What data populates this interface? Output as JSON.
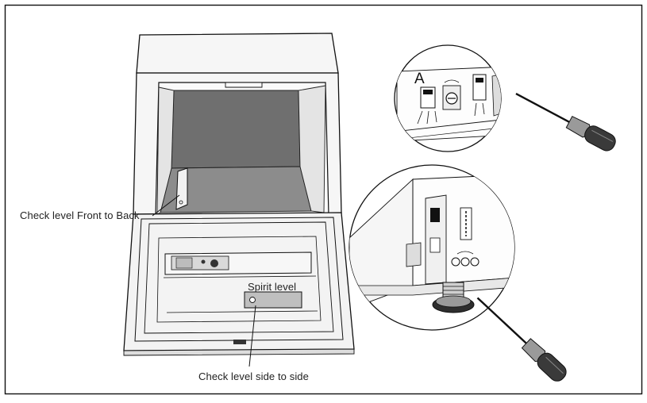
{
  "labels": {
    "front_to_back": "Check level Front to Back",
    "spirit_level": "Spirit level",
    "side_to_side": "Check level side to side",
    "detail_a": "A"
  },
  "colors": {
    "frame": "#111111",
    "tub_grey": "#8c8c8c",
    "tub_dark": "#6f6f6f",
    "cabinet_fill": "#f4f4f4",
    "screwdriver_handle": "#3a3a3a"
  },
  "icons": {
    "screwdriver_top": "screwdriver-icon",
    "screwdriver_bottom": "screwdriver-icon",
    "spirit_level": "spirit-level-icon",
    "adjustment_foot": "adjustable-foot-icon"
  }
}
